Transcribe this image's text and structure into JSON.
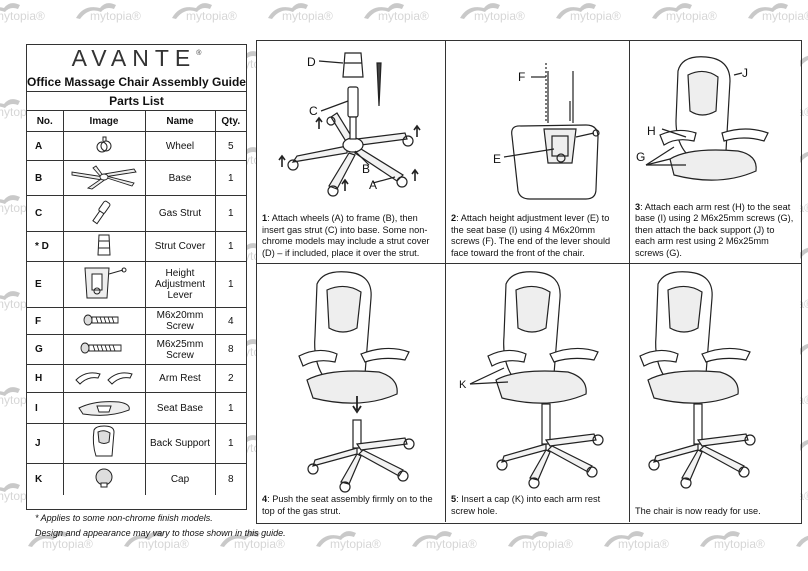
{
  "brand": {
    "name": "AVANTE",
    "mark": "®"
  },
  "watermark": {
    "text": "mytopia",
    "mark": "®"
  },
  "guide_title": "Office Massage Chair Assembly Guide",
  "parts_title": "Parts List",
  "columns": [
    "No.",
    "Image",
    "Name",
    "Qty."
  ],
  "parts": [
    {
      "no": "A",
      "name": "Wheel",
      "qty": "5",
      "icon": "wheel-icon"
    },
    {
      "no": "B",
      "name": "Base",
      "qty": "1",
      "icon": "base-icon"
    },
    {
      "no": "C",
      "name": "Gas Strut",
      "qty": "1",
      "icon": "gas-strut-icon"
    },
    {
      "no": "* D",
      "name": "Strut Cover",
      "qty": "1",
      "icon": "strut-cover-icon"
    },
    {
      "no": "E",
      "name": "Height Adjustment Lever",
      "qty": "1",
      "icon": "lever-icon"
    },
    {
      "no": "F",
      "name": "M6x20mm Screw",
      "qty": "4",
      "icon": "screw-icon"
    },
    {
      "no": "G",
      "name": "M6x25mm Screw",
      "qty": "8",
      "icon": "screw-long-icon"
    },
    {
      "no": "H",
      "name": "Arm Rest",
      "qty": "2",
      "icon": "arm-rest-icon"
    },
    {
      "no": "I",
      "name": "Seat Base",
      "qty": "1",
      "icon": "seat-base-icon"
    },
    {
      "no": "J",
      "name": "Back Support",
      "qty": "1",
      "icon": "back-support-icon"
    },
    {
      "no": "K",
      "name": "Cap",
      "qty": "8",
      "icon": "cap-icon"
    }
  ],
  "notes": [
    "* Applies to some non-chrome finish models.",
    "Design and appearance may vary to those shown in this guide."
  ],
  "steps": [
    {
      "num": "1",
      "text": ": Attach wheels (A) to frame (B), then insert gas strut (C) into base. Some non-chrome models may include a strut cover (D) – if included, place it over the strut.",
      "labels": [
        "D",
        "C",
        "B",
        "A"
      ]
    },
    {
      "num": "2",
      "text": ": Attach height adjustment lever (E) to the seat base (I) using 4 M6x20mm screws (F). The end of the lever should face toward the front of the chair.",
      "labels": [
        "F",
        "E"
      ]
    },
    {
      "num": "3",
      "text": ": Attach each arm rest (H) to the seat base (I) using 2 M6x25mm screws (G), then attach the back support (J) to each arm rest using 2 M6x25mm screws (G).",
      "labels": [
        "J",
        "H",
        "G"
      ]
    },
    {
      "num": "4",
      "text": ": Push the seat assembly firmly on to the top of the gas strut.",
      "labels": []
    },
    {
      "num": "5",
      "text": ": Insert a cap (K) into each arm rest screw hole.",
      "labels": [
        "K"
      ]
    },
    {
      "num": "",
      "text": "The chair is now ready for use.",
      "labels": []
    }
  ]
}
